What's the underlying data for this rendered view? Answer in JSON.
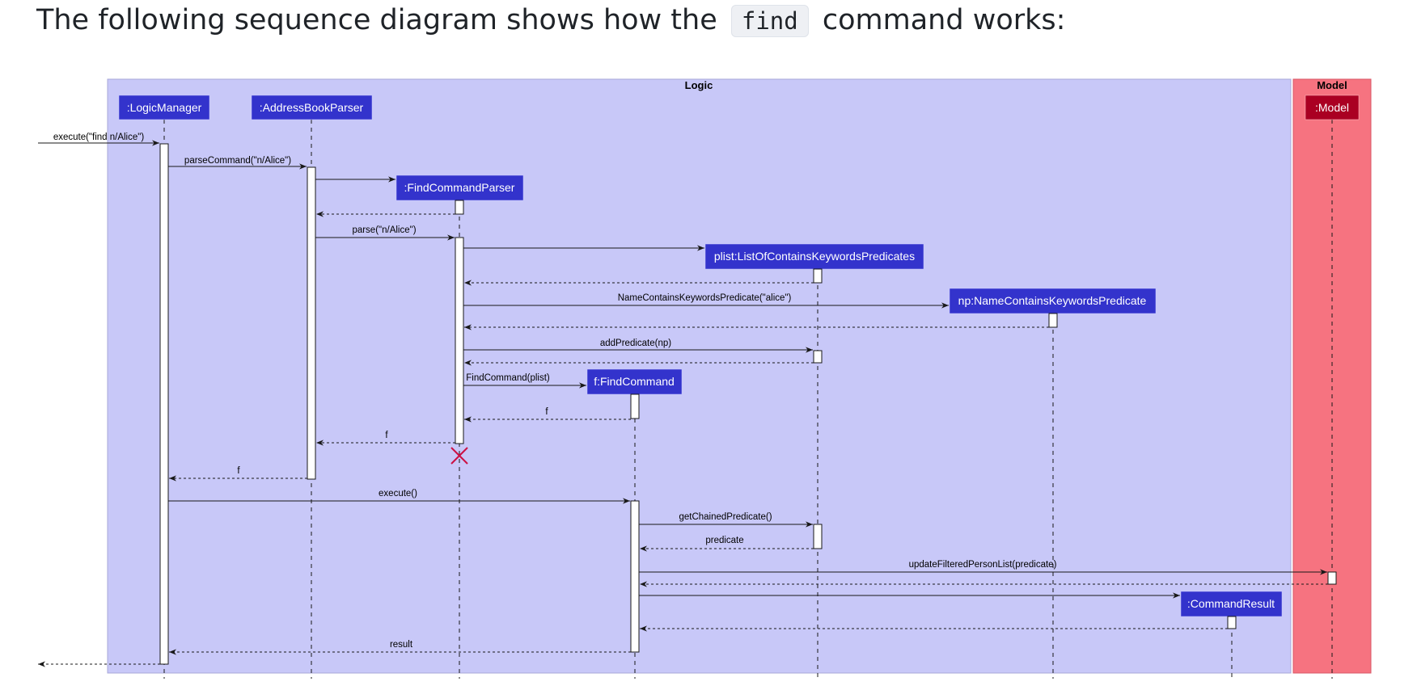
{
  "intro": {
    "before": "The following sequence diagram shows how the",
    "code": "find",
    "after": "command works:"
  },
  "boxes": {
    "logic": "Logic",
    "model": "Model"
  },
  "colors": {
    "logic_box": "#c8c8f8",
    "model_box": "#f67380",
    "participant": "#3333cc",
    "model_participant": "#aa0022",
    "destroy": "#cc1144"
  },
  "participants": {
    "logic_manager": ":LogicManager",
    "address_book_parser": ":AddressBookParser",
    "find_command_parser": ":FindCommandParser",
    "plist": "plist:ListOfContainsKeywordsPredicates",
    "np": "np:NameContainsKeywordsPredicate",
    "find_command": "f:FindCommand",
    "command_result": ":CommandResult",
    "model": ":Model"
  },
  "messages": {
    "execute_find": "execute(\"find n/Alice\")",
    "parse_command": "parseCommand(\"n/Alice\")",
    "parse": "parse(\"n/Alice\")",
    "name_predicate": "NameContainsKeywordsPredicate(\"alice\")",
    "add_predicate": "addPredicate(np)",
    "find_command_ctor": "FindCommand(plist)",
    "return_f_1": "f",
    "return_f_2": "f",
    "return_f_3": "f",
    "execute": "execute()",
    "get_chained_predicate": "getChainedPredicate()",
    "return_predicate": "predicate",
    "update_filtered": "updateFilteredPersonList(predicate)",
    "return_result": "result"
  }
}
